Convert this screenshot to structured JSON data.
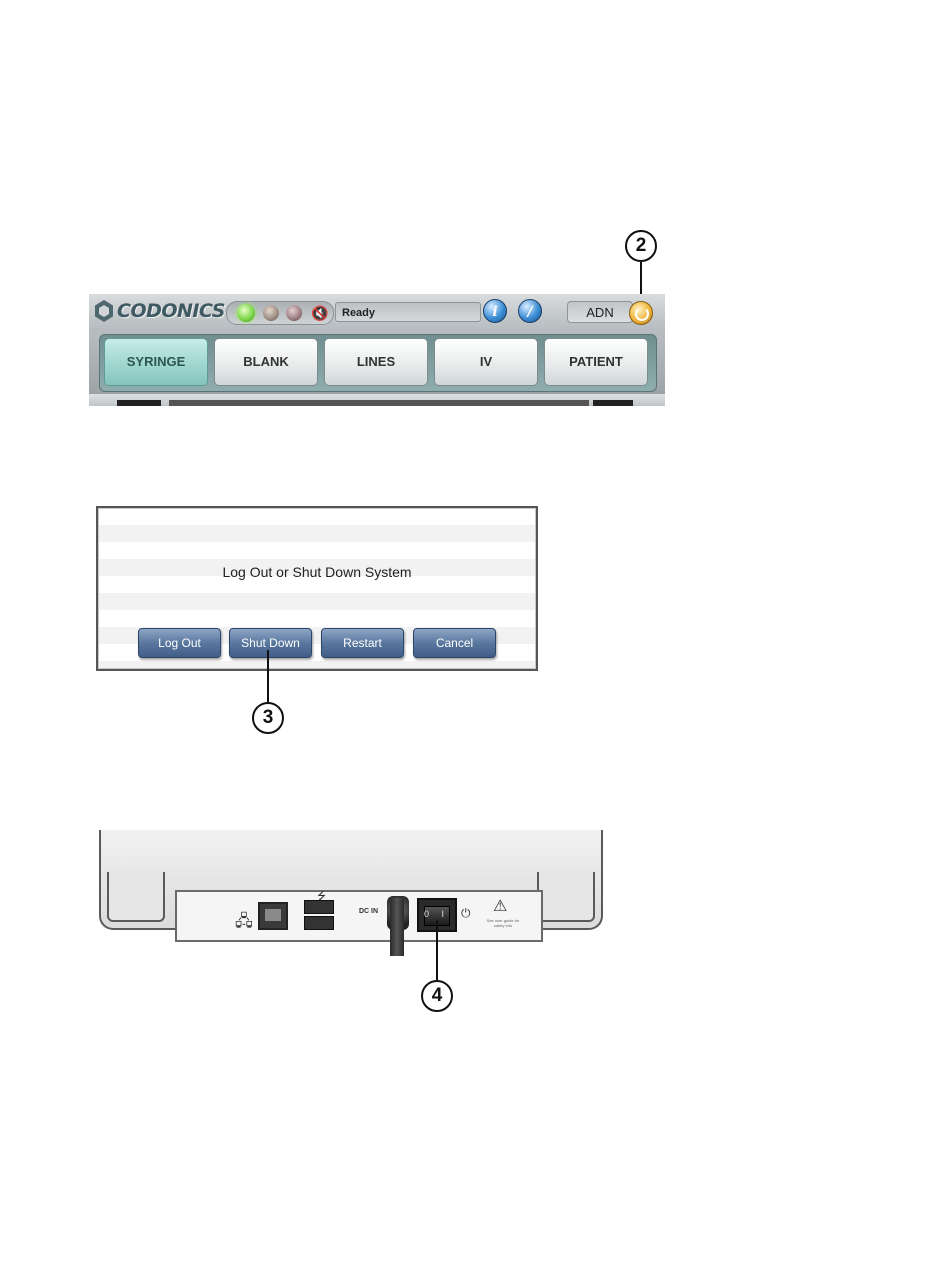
{
  "toolbar": {
    "logo_text": "CODONICS",
    "status_text": "Ready",
    "info_icon": "info-icon",
    "edit_icon": "edit-icon",
    "user_label": "ADN",
    "power_icon": "power-icon",
    "tabs": [
      {
        "label": "SYRINGE",
        "active": true
      },
      {
        "label": "BLANK",
        "active": false
      },
      {
        "label": "LINES",
        "active": false
      },
      {
        "label": "IV",
        "active": false
      },
      {
        "label": "PATIENT",
        "active": false
      }
    ]
  },
  "dialog": {
    "title": "Log Out or Shut Down System",
    "buttons": [
      "Log Out",
      "Shut Down",
      "Restart",
      "Cancel"
    ]
  },
  "device": {
    "dc_label": "DC IN",
    "switch_label": "0 I",
    "warning_text": "See user guide for safety info"
  },
  "callouts": [
    "2",
    "3",
    "4"
  ],
  "colors": {
    "active_tab": "#9fd6d0",
    "dialog_button": "#5a779e",
    "status_led": "#7fd84a",
    "power_button": "#f0b63c"
  }
}
